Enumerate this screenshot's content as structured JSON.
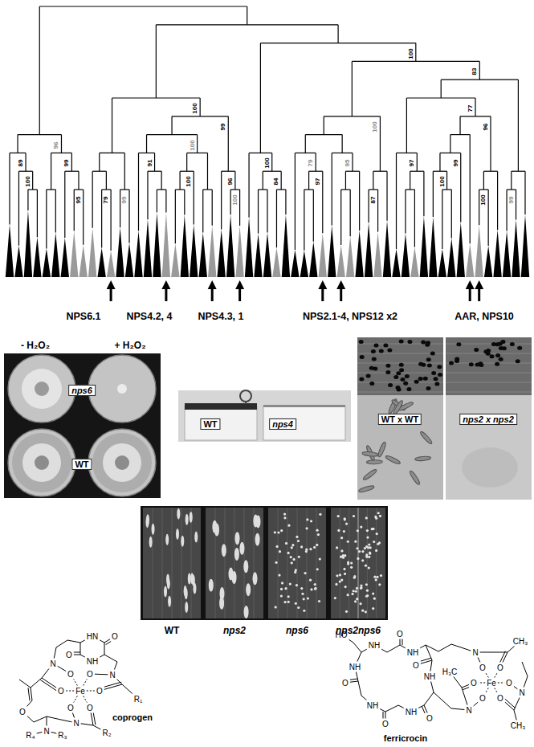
{
  "diagram": {
    "labels": [
      "89",
      "100",
      "96",
      "99",
      "95",
      "79",
      "99",
      "91",
      "100",
      "100",
      "100",
      "99",
      "96",
      "100",
      "100",
      "84",
      "79",
      "97",
      "100",
      "95",
      "100",
      "87",
      "97",
      "83",
      "100",
      "77",
      "99",
      "96",
      "100",
      "99",
      "NPS6.1",
      "NPS4.2, 4",
      "NPS4.3, 1",
      "NPS2.1-4, NPS12 x2",
      "AAR, NPS10",
      "- H₂O₂",
      "+ H₂O₂",
      "nps6",
      "WT",
      "WT",
      "nps4",
      "WT x WT",
      "nps2 x nps2",
      "WT",
      "nps2",
      "nps6",
      "nps2nps6",
      "HN",
      "O",
      "NH",
      "O",
      "N",
      "O",
      "O",
      "O",
      "N",
      "R₄",
      "R₃",
      "N",
      "O",
      "O",
      "R₂",
      "N",
      "O",
      "O",
      "R₁",
      "Fe",
      "coprogen",
      "HO",
      "NH",
      "O",
      "NH",
      "O",
      "NH",
      "O",
      "NH",
      "O",
      "NH",
      "O",
      "NH",
      "N",
      "O",
      "O",
      "CH₃",
      "Fe",
      "H₃C",
      "O",
      "O",
      "N",
      "O",
      "N",
      "O",
      "CH₃",
      "ferricrocin"
    ]
  }
}
